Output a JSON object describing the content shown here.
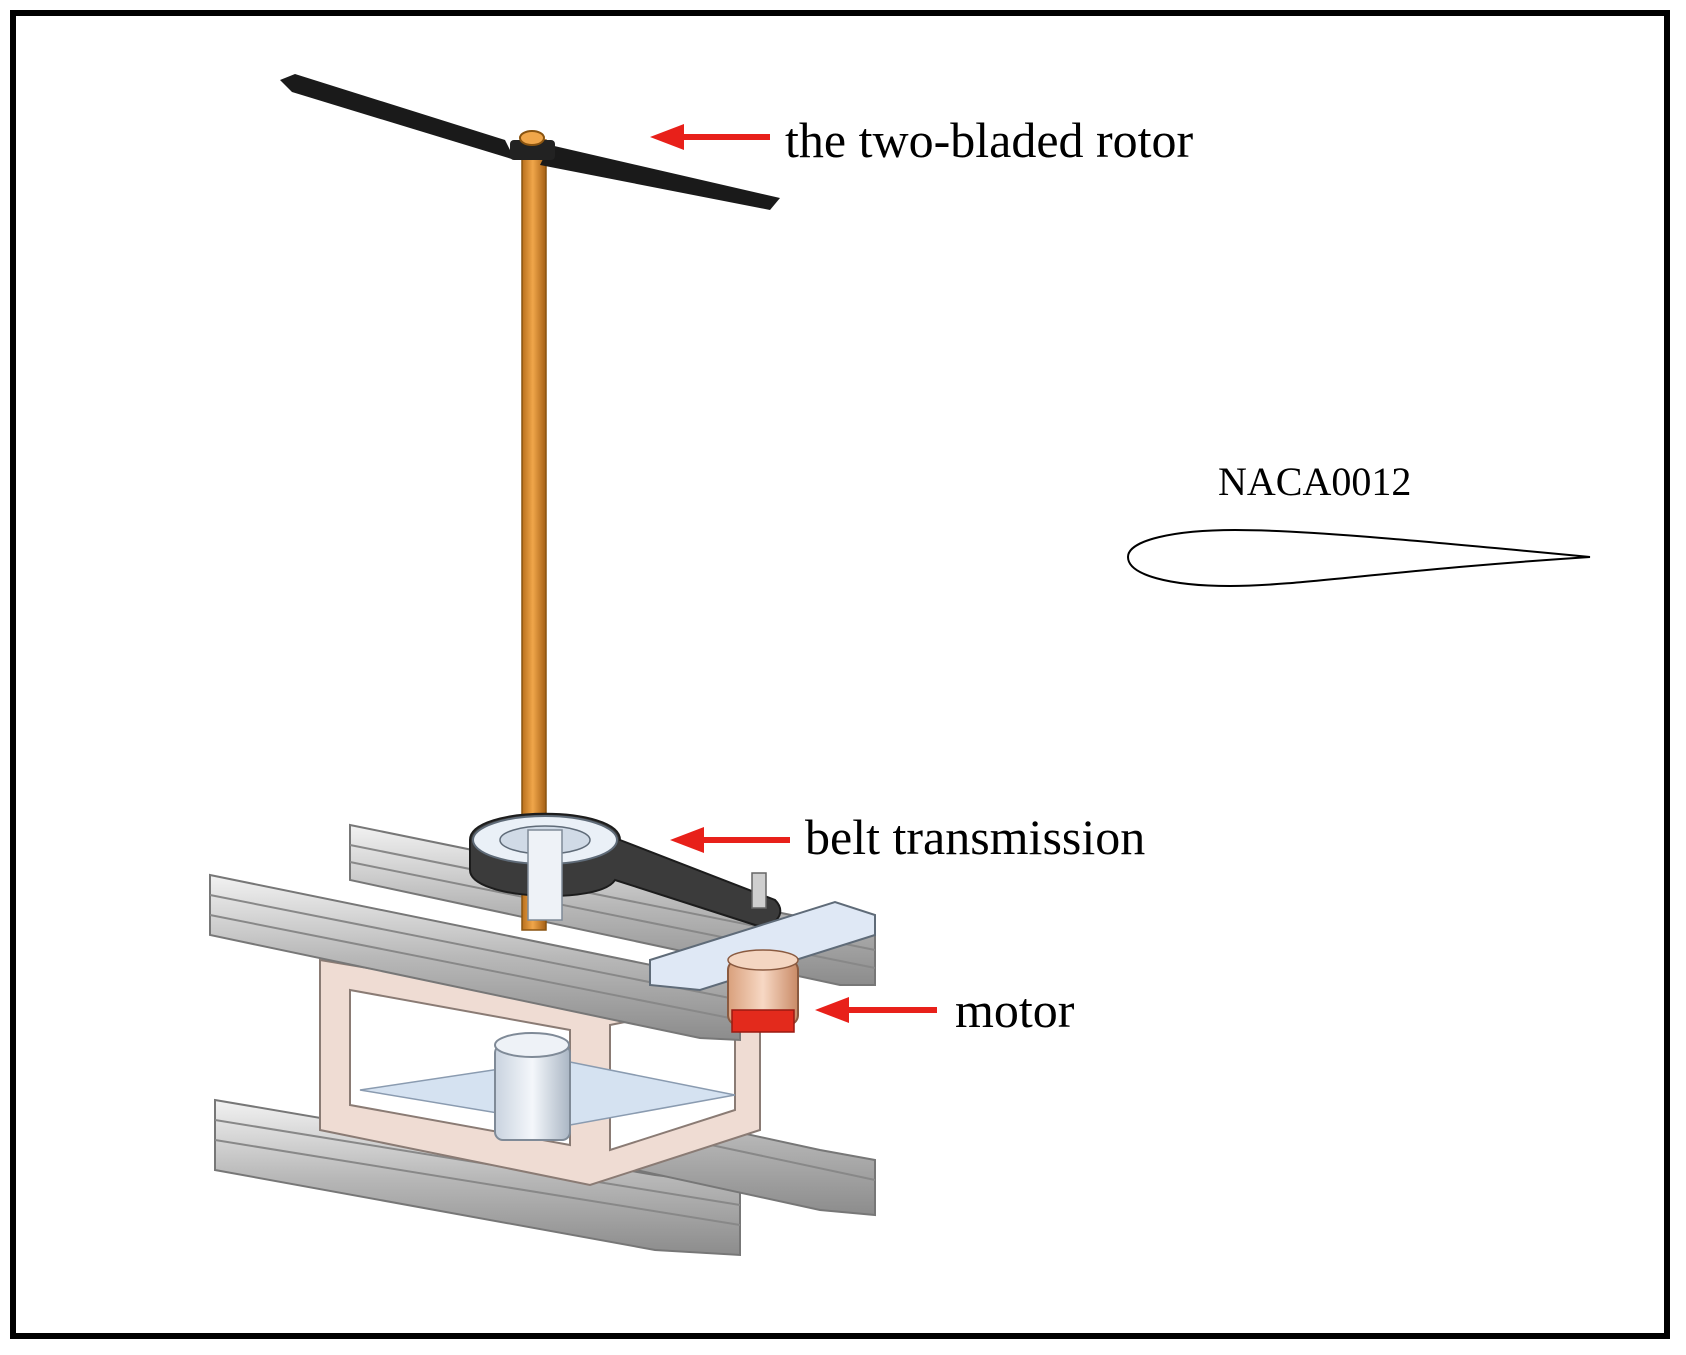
{
  "labels": {
    "rotor": "the two-bladed rotor",
    "belt": "belt transmission",
    "motor": "motor",
    "airfoil": "NACA0012"
  },
  "colors": {
    "frame_border": "#000000",
    "arrow": "#e8201a",
    "shaft": "#d98a2b",
    "blade": "#1a1a1a",
    "rail": "#c8c8c8",
    "stand": "#efdcd3",
    "motor_body": "#f0c9ae",
    "motor_band": "#e32a1c",
    "belt": "#3b3b3b",
    "bracket": "#dfe8f5"
  }
}
